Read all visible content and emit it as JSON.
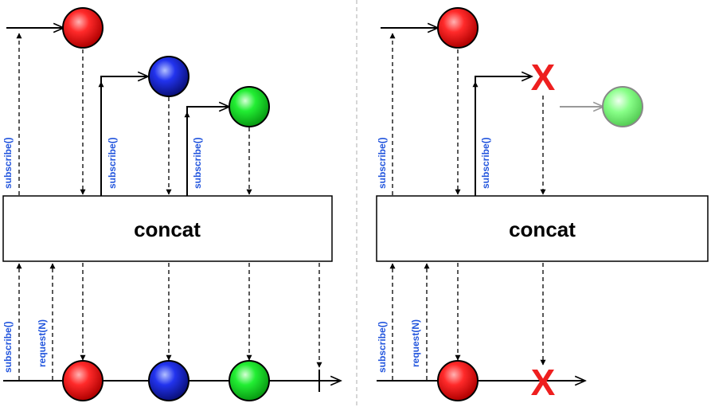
{
  "colors": {
    "signal_label": "#2255dd",
    "arc": "#d42a1c",
    "error": "#ee1f1f",
    "divider": "#bbbbbb",
    "red_marble": "#ff1a1a",
    "blue_marble": "#2233ee",
    "green_marble": "#22ee33",
    "faded_green_marble": "#88ff88"
  },
  "left": {
    "operator_label": "concat",
    "labels": {
      "outer_subscribe": "subscribe()",
      "blue_subscribe": "subscribe()",
      "green_subscribe": "subscribe()",
      "downstream_subscribe": "subscribe()",
      "downstream_request": "request(N)"
    },
    "inputs": [
      "red",
      "blue",
      "green"
    ],
    "outputs": [
      "red",
      "blue",
      "green"
    ],
    "terminal": "complete"
  },
  "right": {
    "operator_label": "concat",
    "error_mark": "X",
    "output_error_mark": "X",
    "labels": {
      "outer_subscribe": "subscribe()",
      "second_subscribe": "subscribe()",
      "downstream_subscribe": "subscribe()",
      "downstream_request": "request(N)"
    },
    "inputs": [
      "red",
      "error",
      "green (not subscribed)"
    ],
    "outputs": [
      "red"
    ],
    "terminal": "error"
  }
}
